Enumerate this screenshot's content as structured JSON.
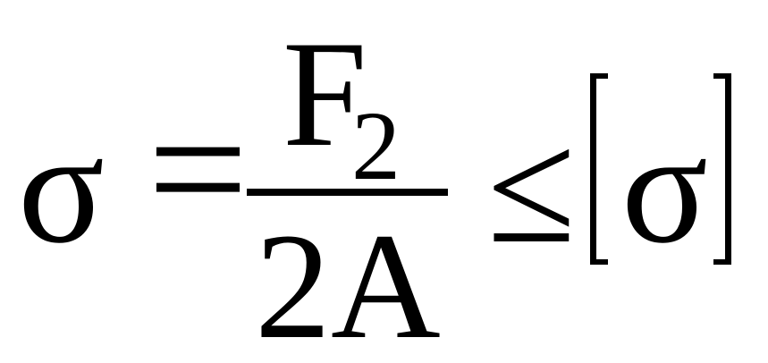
{
  "formula": {
    "lhs_symbol": "σ",
    "equals_sign": "=",
    "numerator_main": "F",
    "numerator_subscript": "2",
    "denominator": "2A",
    "relation": "≤",
    "rhs_symbol": "σ"
  }
}
